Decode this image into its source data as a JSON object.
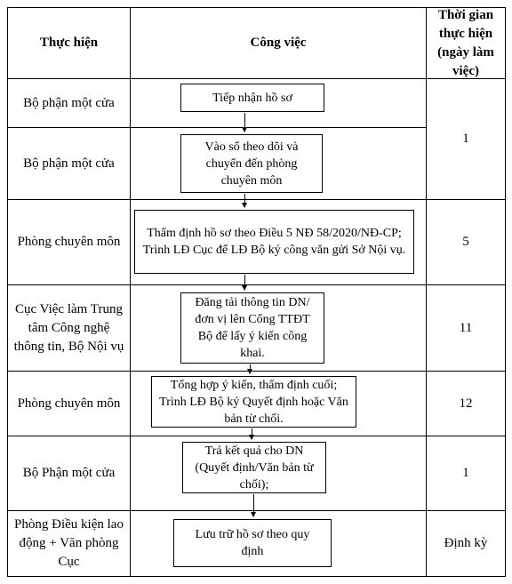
{
  "header": {
    "col1": "Thực hiện",
    "col2": "Công việc",
    "col3": "Thời gian thực hiện (ngày làm việc)"
  },
  "rows": [
    {
      "performer": "Bộ phận một cửa",
      "task": "Tiếp nhận hồ sơ",
      "days": ""
    },
    {
      "performer": "Bộ phận một cửa",
      "task": "Vào sổ theo dõi và chuyển đến phòng chuyên môn",
      "days": "1"
    },
    {
      "performer": "Phòng chuyên môn",
      "task": "Thẩm định hồ sơ theo Điều 5 NĐ 58/2020/NĐ-CP; Trình LĐ Cục để LĐ Bộ ký công văn gửi Sở Nội vụ.",
      "days": "5"
    },
    {
      "performer": "Cục Việc làm Trung tâm Công nghệ thông tin, Bộ Nội vụ",
      "task": "Đăng tải thông tin DN/đơn vị lên Cổng TTĐT Bộ để lấy ý kiến công khai.",
      "days": "11"
    },
    {
      "performer": "Phòng chuyên môn",
      "task": "Tổng hợp ý kiến, thẩm định cuối; Trình LĐ Bộ ký Quyết định hoặc Văn bản từ chối.",
      "days": "12"
    },
    {
      "performer": "Bộ Phận một cửa",
      "task": "Trả kết quả cho DN (Quyết định/Văn bản từ chối);",
      "days": "1"
    },
    {
      "performer": "Phòng Điều kiện lao động + Văn phòng Cục",
      "task": "Lưu trữ hồ sơ theo quy định",
      "days": "Định kỳ"
    }
  ]
}
